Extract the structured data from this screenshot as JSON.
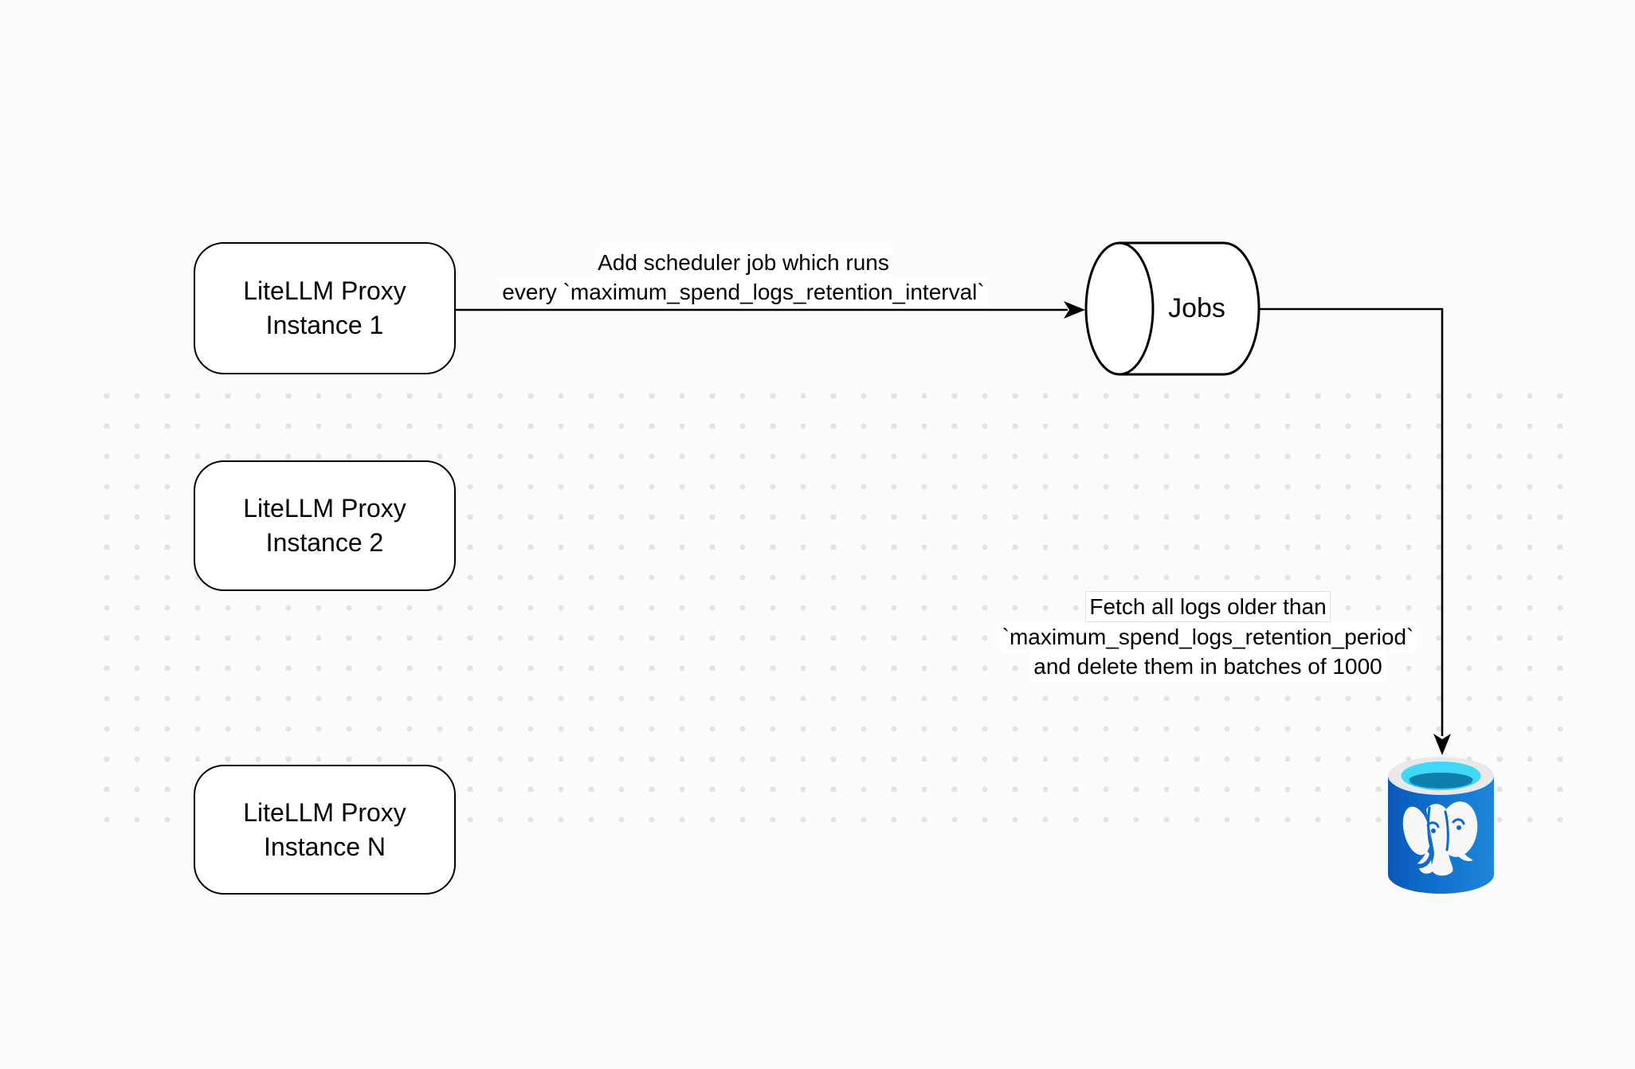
{
  "canvas": {
    "background_color": "#fcfcfc",
    "dot_color": "#e3e3e3"
  },
  "nodes": {
    "instance1": {
      "line1": "LiteLLM Proxy",
      "line2": "Instance 1"
    },
    "instance2": {
      "line1": "LiteLLM Proxy",
      "line2": "Instance 2"
    },
    "instanceN": {
      "line1": "LiteLLM Proxy",
      "line2": "Instance N"
    },
    "jobs": {
      "label": "Jobs"
    },
    "database": {
      "icon": "postgresql-database-icon",
      "body_blue": "#1173d0",
      "body_blue_dark": "#0a58b8",
      "body_blue_light": "#1f86d8",
      "rim_gray": "#e9e9e9",
      "opening_cyan": "#3fd9f7",
      "opening_dark": "#0e7fae",
      "elephant_white": "#f7f7f7",
      "elephant_accent": "#1068c8"
    }
  },
  "edges": {
    "scheduler": {
      "line1": "Add scheduler job which runs",
      "line2": "every `maximum_spend_logs_retention_interval`"
    },
    "fetch": {
      "line1": "Fetch all logs older than",
      "line2": "`maximum_spend_logs_retention_period`",
      "line3": "and delete them in batches of 1000"
    }
  },
  "style": {
    "stroke_color": "#000000",
    "node_fill": "#ffffff"
  }
}
